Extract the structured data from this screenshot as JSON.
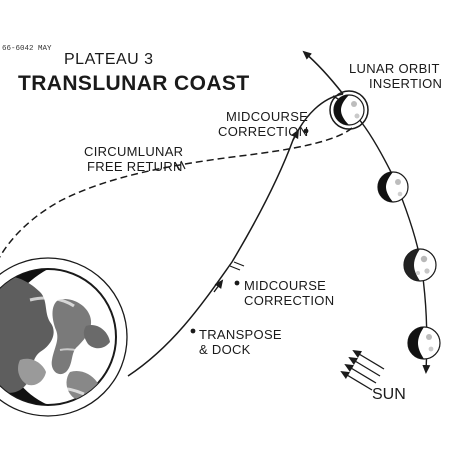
{
  "figure": {
    "id_code": "66-6042 MAY",
    "title_line1": "PLATEAU 3",
    "title_line2": "TRANSLUNAR COAST"
  },
  "labels": {
    "lunar_orbit_line1": "LUNAR ORBIT",
    "lunar_orbit_line2": "INSERTION",
    "midcourse_upper_line1": "MIDCOURSE",
    "midcourse_upper_line2": "CORRECTION",
    "circumlunar_line1": "CIRCUMLUNAR",
    "circumlunar_line2": "FREE RETURN",
    "midcourse_lower_line1": "MIDCOURSE",
    "midcourse_lower_line2": "CORRECTION",
    "transpose_line1": "TRANSPOSE",
    "transpose_line2": "& DOCK",
    "sun": "SUN"
  },
  "colors": {
    "ink": "#1a1a1a",
    "background": "#ffffff",
    "land": "#6e6e6e"
  }
}
